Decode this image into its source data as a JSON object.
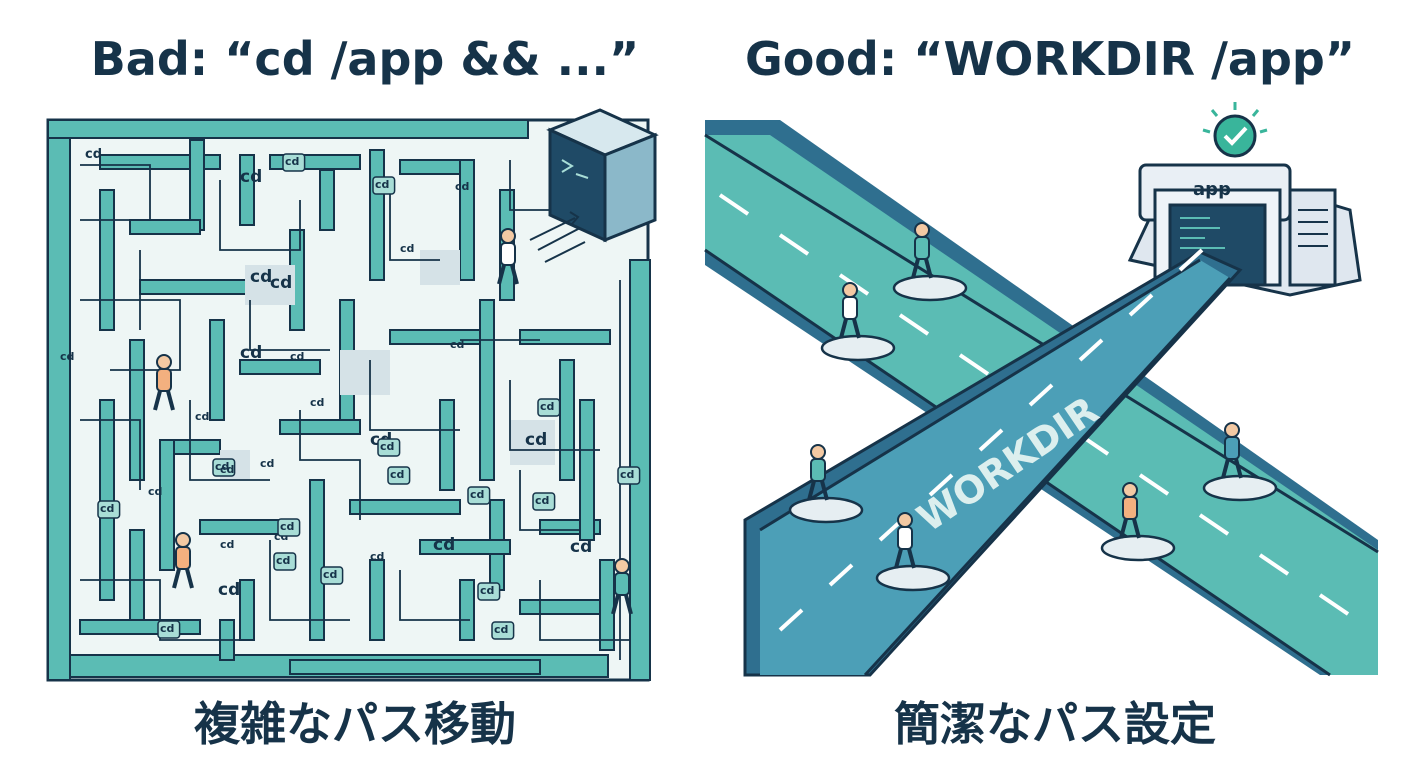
{
  "left": {
    "title": "Bad: “cd /app && ...”",
    "caption": "複雑なパス移動",
    "maze_label": "cd"
  },
  "right": {
    "title": "Good: “WORKDIR /app”",
    "caption": "簡潔なパス設定",
    "road_label": "WORKDIR",
    "building_label": "app"
  },
  "colors": {
    "navy": "#163349",
    "teal": "#5bbcb4",
    "teal_light": "#a8ddd6",
    "road": "#4c9fb7",
    "road_dark": "#2f6f8f",
    "accent_orange": "#f3b07f",
    "check_green": "#39b59b"
  },
  "icons": [
    "terminal-icon",
    "check-icon",
    "person-icon",
    "hoverboard-icon",
    "arrow-icon"
  ]
}
